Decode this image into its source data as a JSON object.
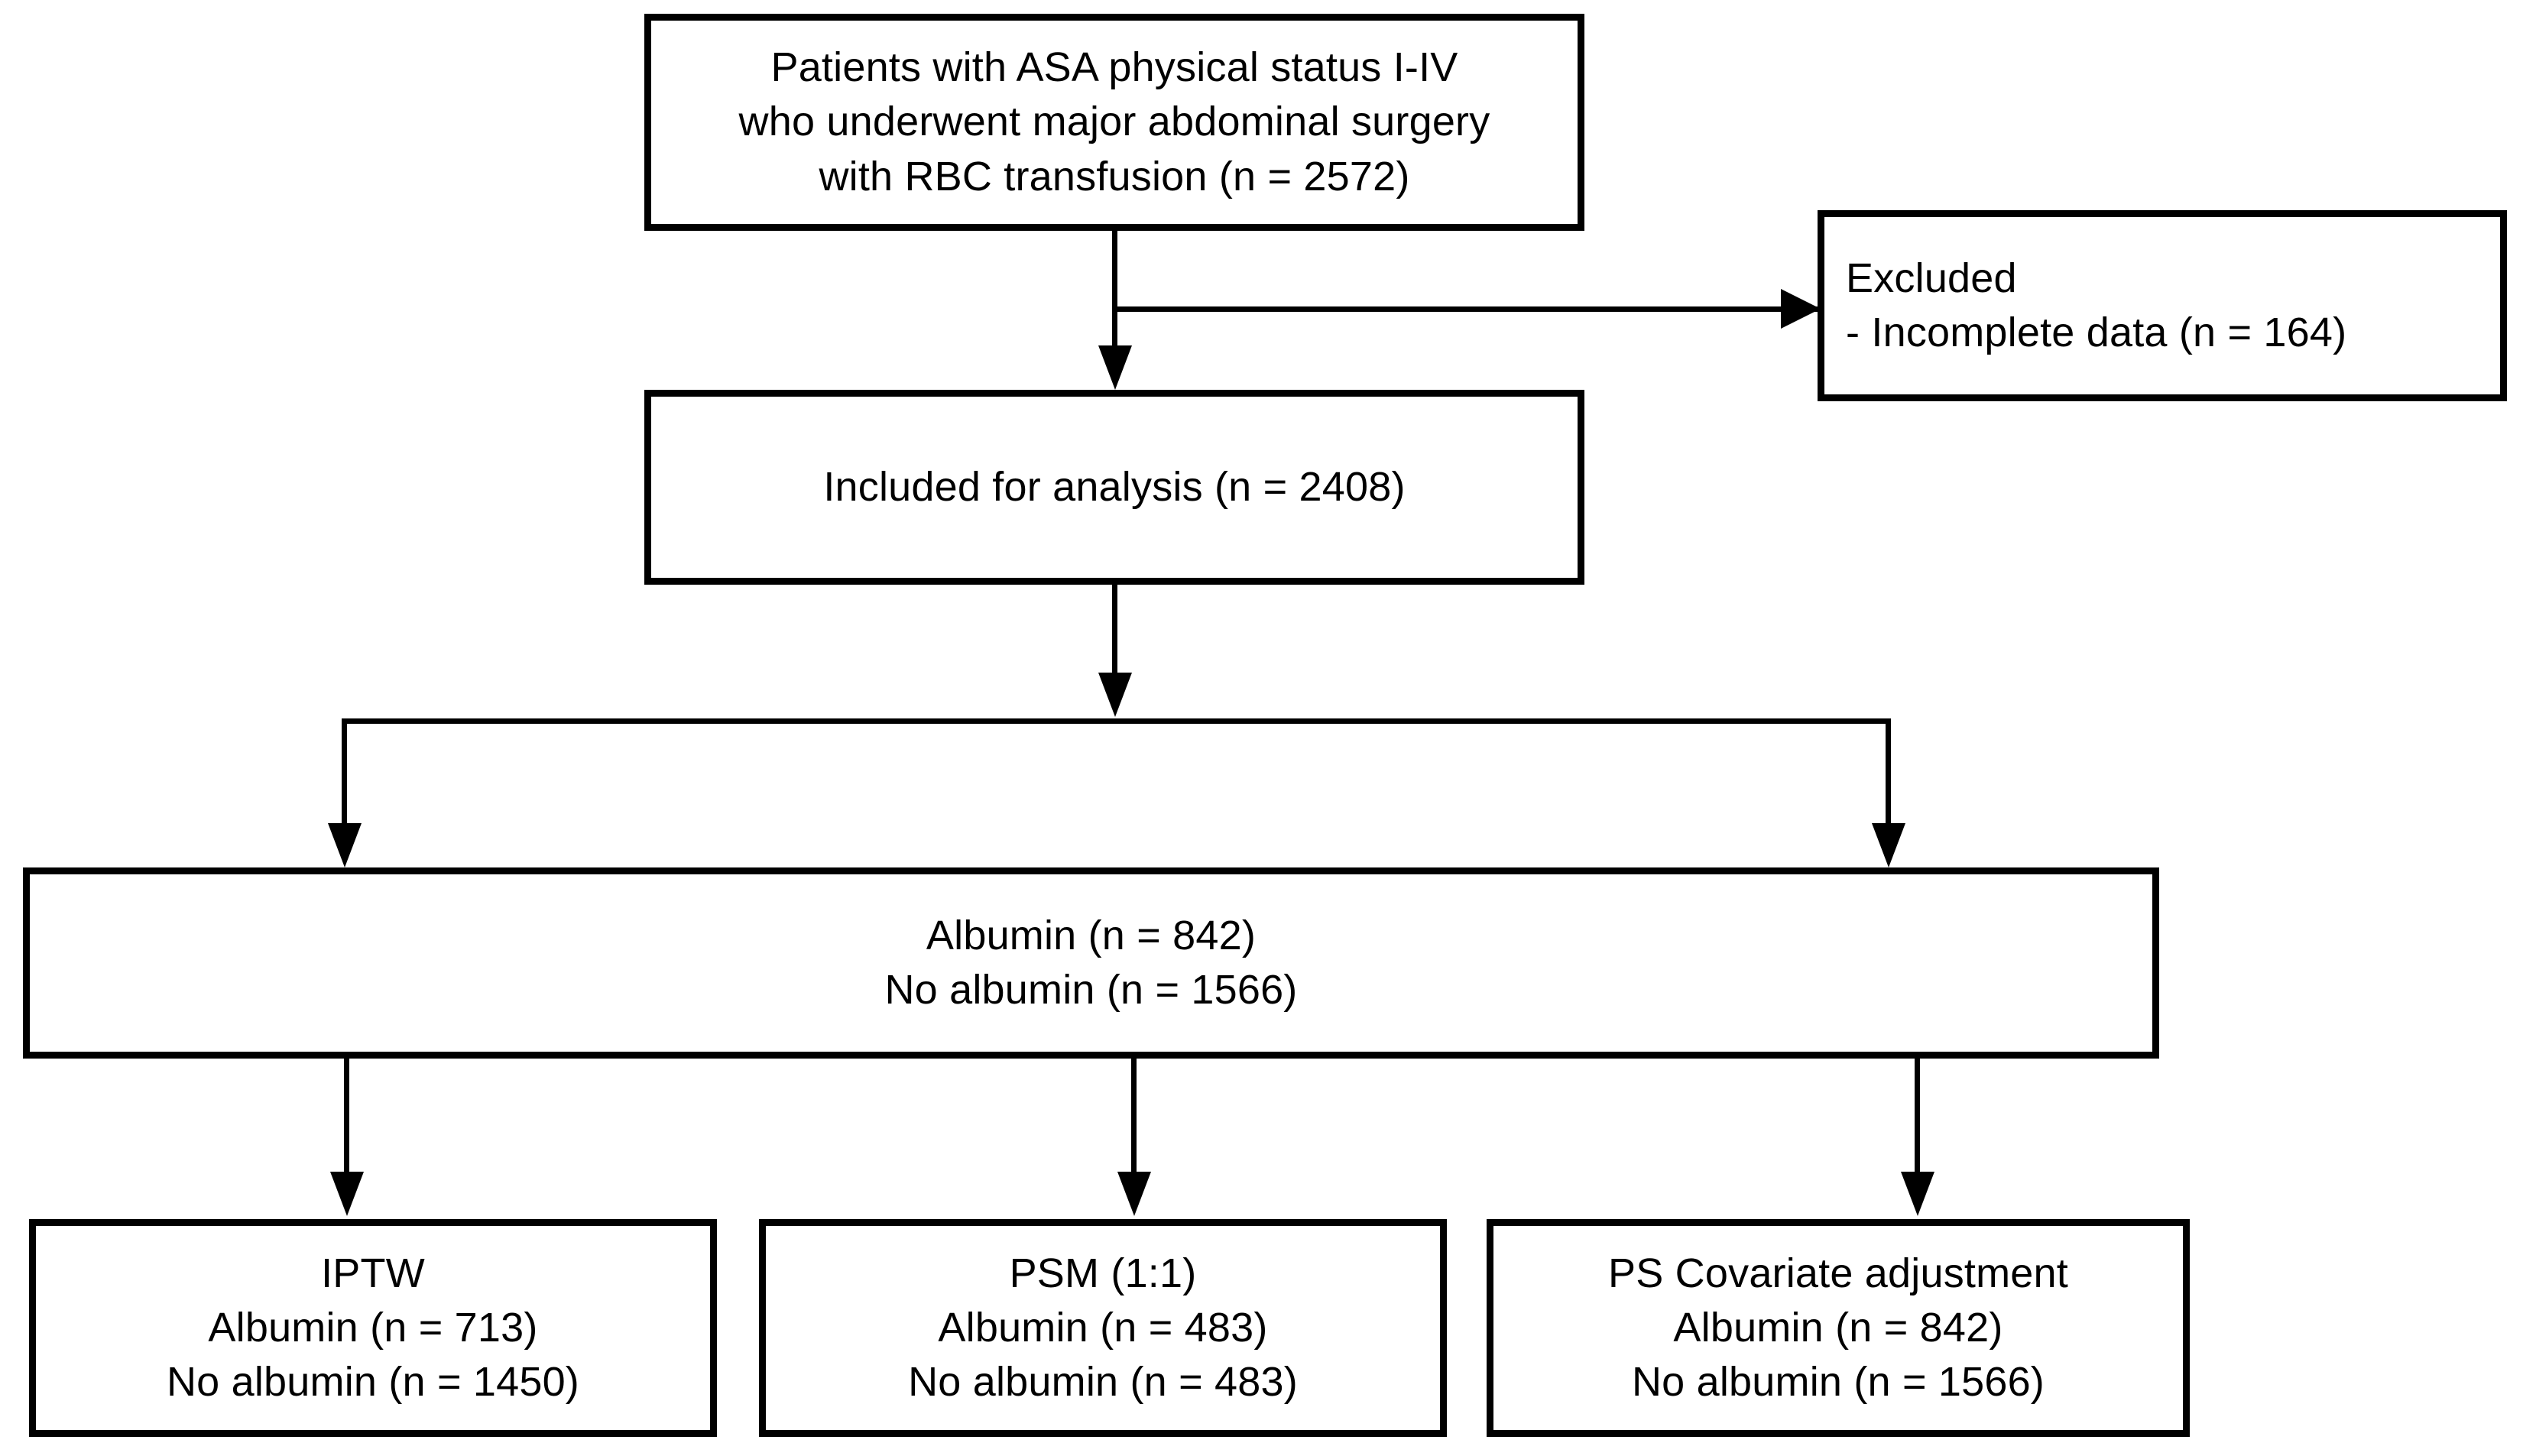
{
  "figure": {
    "type": "flowchart",
    "title": "Study patient selection and propensity score analysis flow diagram",
    "orientation": "top-to-bottom"
  },
  "nodes": {
    "source": {
      "id": "source-population",
      "align": "center",
      "lines": [
        "Patients with ASA physical status I-IV",
        "who underwent major abdominal surgery",
        "with RBC transfusion (n = 2572)"
      ],
      "n": 2572
    },
    "excluded": {
      "id": "excluded",
      "align": "left",
      "lines": [
        "Excluded",
        "- Incomplete data (n = 164)"
      ],
      "n": 164
    },
    "included": {
      "id": "included-for-analysis",
      "align": "center",
      "lines": [
        "Included for analysis (n = 2408)"
      ],
      "n": 2408
    },
    "cohort": {
      "id": "full-cohort-groups",
      "align": "center",
      "lines": [
        "Albumin (n = 842)",
        "No albumin (n = 1566)"
      ],
      "albumin_n": 842,
      "no_albumin_n": 1566
    },
    "iptw": {
      "id": "iptw-method",
      "align": "center",
      "lines": [
        "IPTW",
        "Albumin (n = 713)",
        "No albumin (n = 1450)"
      ],
      "method": "IPTW",
      "albumin_n": 713,
      "no_albumin_n": 1450
    },
    "psm": {
      "id": "psm-method",
      "align": "center",
      "lines": [
        "PSM (1:1)",
        "Albumin (n = 483)",
        "No albumin (n = 483)"
      ],
      "method": "PSM (1:1)",
      "albumin_n": 483,
      "no_albumin_n": 483
    },
    "pscov": {
      "id": "ps-covariate-adjustment-method",
      "align": "center",
      "lines": [
        "PS Covariate adjustment",
        "Albumin (n = 842)",
        "No albumin (n = 1566)"
      ],
      "method": "PS Covariate adjustment",
      "albumin_n": 842,
      "no_albumin_n": 1566
    }
  },
  "edges": [
    {
      "id": "source-to-included",
      "from": "source",
      "to": "included",
      "kind": "arrow-down"
    },
    {
      "id": "source-to-excluded",
      "from": "source",
      "to": "excluded",
      "kind": "arrow-right"
    },
    {
      "id": "included-to-cohort",
      "from": "included",
      "to": "cohort",
      "kind": "arrow-down"
    },
    {
      "id": "cohort-split-left",
      "from": "included",
      "to": "cohort",
      "kind": "branch-arrow-down"
    },
    {
      "id": "cohort-split-right",
      "from": "included",
      "to": "cohort",
      "kind": "branch-arrow-down"
    },
    {
      "id": "cohort-to-iptw",
      "from": "cohort",
      "to": "iptw",
      "kind": "arrow-down"
    },
    {
      "id": "cohort-to-psm",
      "from": "cohort",
      "to": "psm",
      "kind": "arrow-down"
    },
    {
      "id": "cohort-to-pscov",
      "from": "cohort",
      "to": "pscov",
      "kind": "arrow-down"
    }
  ],
  "style": {
    "background": "#ffffff",
    "stroke": "#000000",
    "text": "#000000"
  }
}
